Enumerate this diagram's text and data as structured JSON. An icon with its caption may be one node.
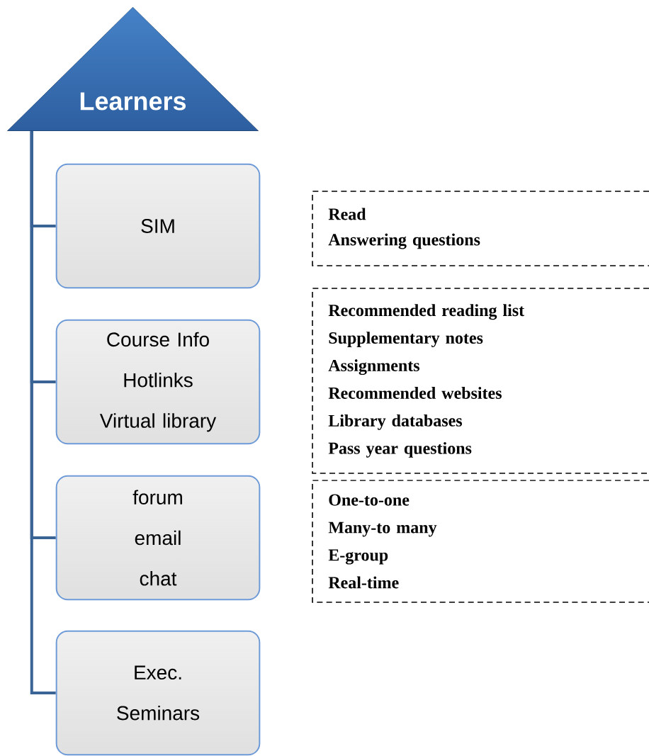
{
  "diagram": {
    "nodes": [
      {
        "text": [
          "Learners"
        ]
      },
      {
        "text": [
          "SIM"
        ]
      },
      {
        "text": [
          "Course Info",
          "Hotlinks",
          "Virtual library"
        ]
      },
      {
        "text": [
          "forum",
          "email",
          "chat"
        ]
      },
      {
        "text": [
          "Exec. Seminars"
        ]
      },
      {
        "text": [
          "Read",
          "Answering questions"
        ]
      },
      {
        "text": [
          "Recommended reading list",
          "Supplementary notes",
          "Assignments",
          "Recommended websites",
          "Library databases",
          "Pass year questions"
        ]
      },
      {
        "text": [
          "One-to-one",
          "Many-to many",
          "E-group",
          "Real-time"
        ]
      }
    ],
    "edges": [
      {
        "from": 0,
        "to": 1,
        "arrow": "none"
      },
      {
        "from": 0,
        "to": 2,
        "arrow": "none"
      },
      {
        "from": 0,
        "to": 3,
        "arrow": "none"
      },
      {
        "from": 0,
        "to": 4,
        "arrow": "none"
      }
    ]
  }
}
